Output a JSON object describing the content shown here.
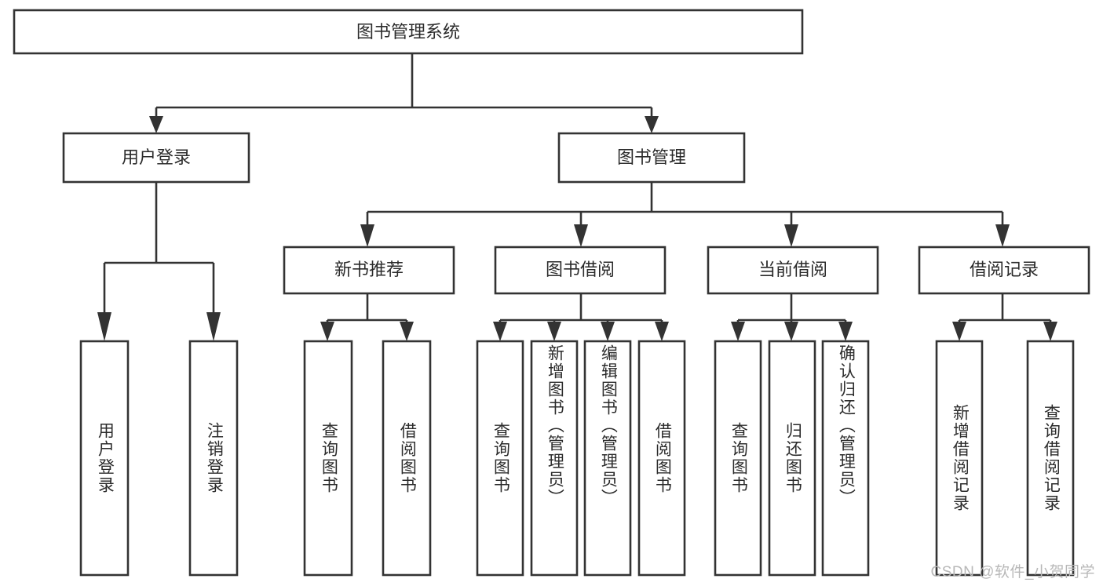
{
  "diagram": {
    "title": "图书管理系统",
    "type": "tree",
    "root": {
      "id": "root",
      "label": "图书管理系统",
      "orientation": "horizontal"
    },
    "level2": [
      {
        "id": "user-login",
        "label": "用户登录",
        "orientation": "horizontal"
      },
      {
        "id": "book-manage",
        "label": "图书管理",
        "orientation": "horizontal"
      }
    ],
    "level3": [
      {
        "id": "new-book-recommend",
        "label": "新书推荐",
        "orientation": "horizontal",
        "parent": "book-manage"
      },
      {
        "id": "book-borrow",
        "label": "图书借阅",
        "orientation": "horizontal",
        "parent": "book-manage"
      },
      {
        "id": "current-borrow",
        "label": "当前借阅",
        "orientation": "horizontal",
        "parent": "book-manage"
      },
      {
        "id": "borrow-record",
        "label": "借阅记录",
        "orientation": "horizontal",
        "parent": "book-manage"
      }
    ],
    "leaves": [
      {
        "id": "leaf-user-login",
        "label": "用户登录",
        "orientation": "vertical",
        "parent": "user-login"
      },
      {
        "id": "leaf-logout-login",
        "label": "注销登录",
        "orientation": "vertical",
        "parent": "user-login"
      },
      {
        "id": "leaf-query-book-1",
        "label": "查询图书",
        "orientation": "vertical",
        "parent": "new-book-recommend"
      },
      {
        "id": "leaf-borrow-book-1",
        "label": "借阅图书",
        "orientation": "vertical",
        "parent": "new-book-recommend"
      },
      {
        "id": "leaf-query-book-2",
        "label": "查询图书",
        "orientation": "vertical",
        "parent": "book-borrow"
      },
      {
        "id": "leaf-add-book",
        "label": "新增图书（管理员）",
        "orientation": "vertical",
        "parent": "book-borrow"
      },
      {
        "id": "leaf-edit-book",
        "label": "编辑图书（管理员）",
        "orientation": "vertical",
        "parent": "book-borrow"
      },
      {
        "id": "leaf-borrow-book-2",
        "label": "借阅图书",
        "orientation": "vertical",
        "parent": "book-borrow"
      },
      {
        "id": "leaf-query-book-3",
        "label": "查询图书",
        "orientation": "vertical",
        "parent": "current-borrow"
      },
      {
        "id": "leaf-return-book",
        "label": "归还图书",
        "orientation": "vertical",
        "parent": "current-borrow"
      },
      {
        "id": "leaf-confirm-return",
        "label": "确认归还（管理员）",
        "orientation": "vertical",
        "parent": "current-borrow"
      },
      {
        "id": "leaf-add-record",
        "label": "新增借阅记录",
        "orientation": "vertical",
        "parent": "borrow-record"
      },
      {
        "id": "leaf-query-record",
        "label": "查询借阅记录",
        "orientation": "vertical",
        "parent": "borrow-record"
      }
    ],
    "watermark": "CSDN @软件_小贺同学",
    "colors": {
      "stroke": "#333333",
      "box_fill": "#ffffff",
      "text": "#2b2b2b",
      "watermark": "#b8b8b8",
      "background": "#ffffff"
    }
  }
}
